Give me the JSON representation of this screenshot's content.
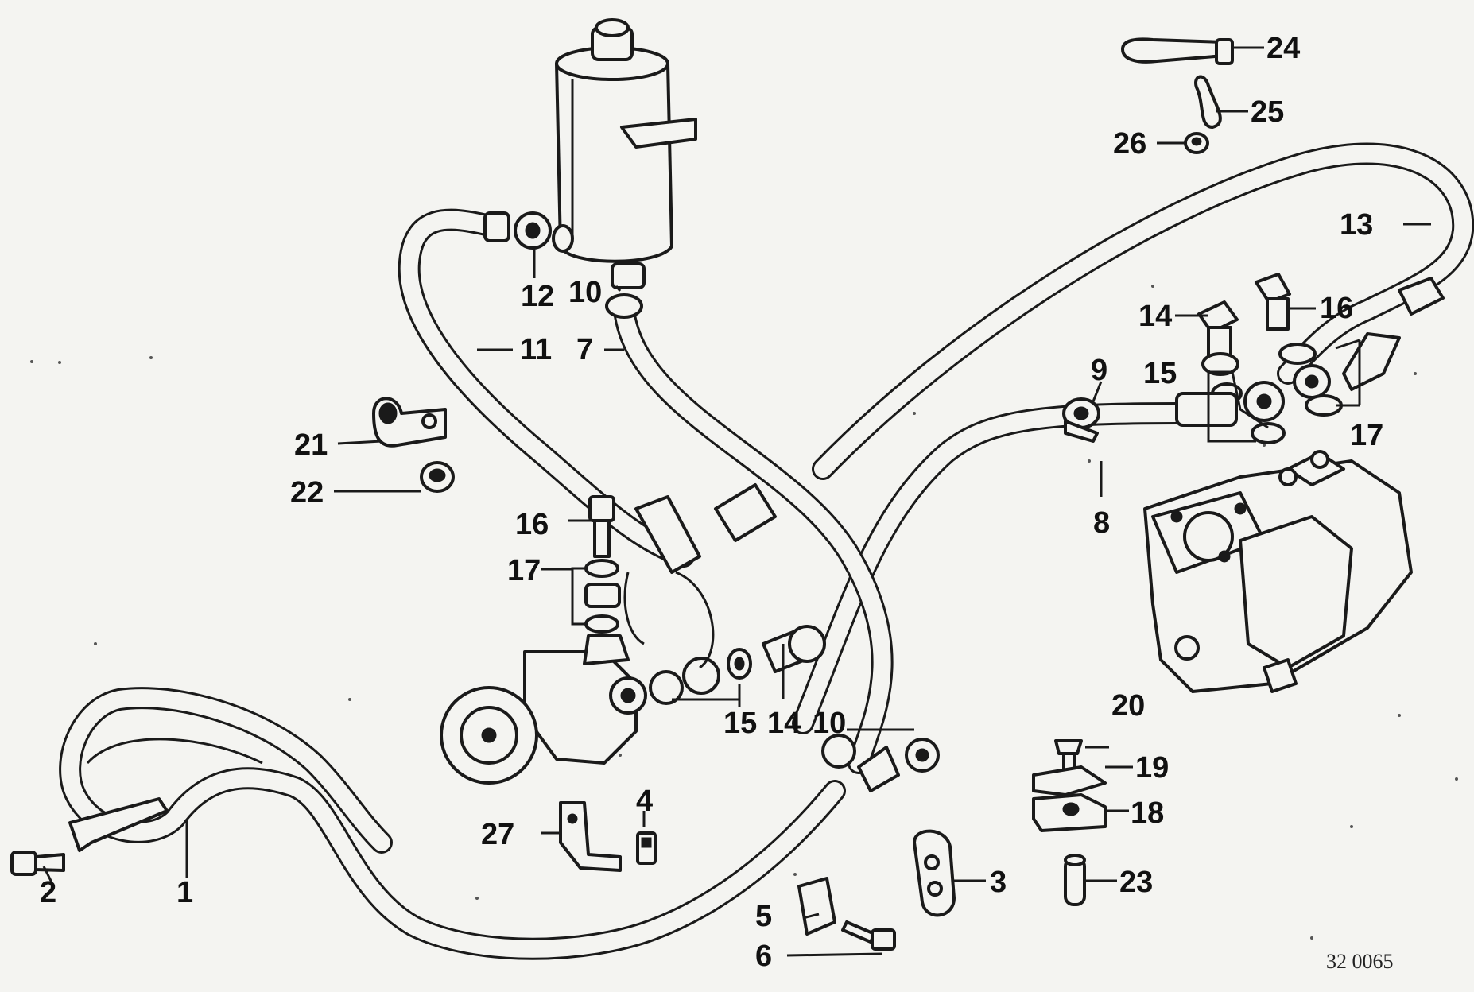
{
  "diagram": {
    "reference_code": "32 0065",
    "callouts": {
      "c1": "1",
      "c2": "2",
      "c3": "3",
      "c4": "4",
      "c5": "5",
      "c6": "6",
      "c7": "7",
      "c8": "8",
      "c9": "9",
      "c10a": "10",
      "c10b": "10",
      "c11": "11",
      "c12": "12",
      "c13": "13",
      "c14a": "14",
      "c14b": "14",
      "c15a": "15",
      "c15b": "15",
      "c16a": "16",
      "c16b": "16",
      "c17a": "17",
      "c17b": "17",
      "c18": "18",
      "c19": "19",
      "c20": "20",
      "c21": "21",
      "c22": "22",
      "c23": "23",
      "c24": "24",
      "c25": "25",
      "c26": "26",
      "c27": "27"
    }
  }
}
